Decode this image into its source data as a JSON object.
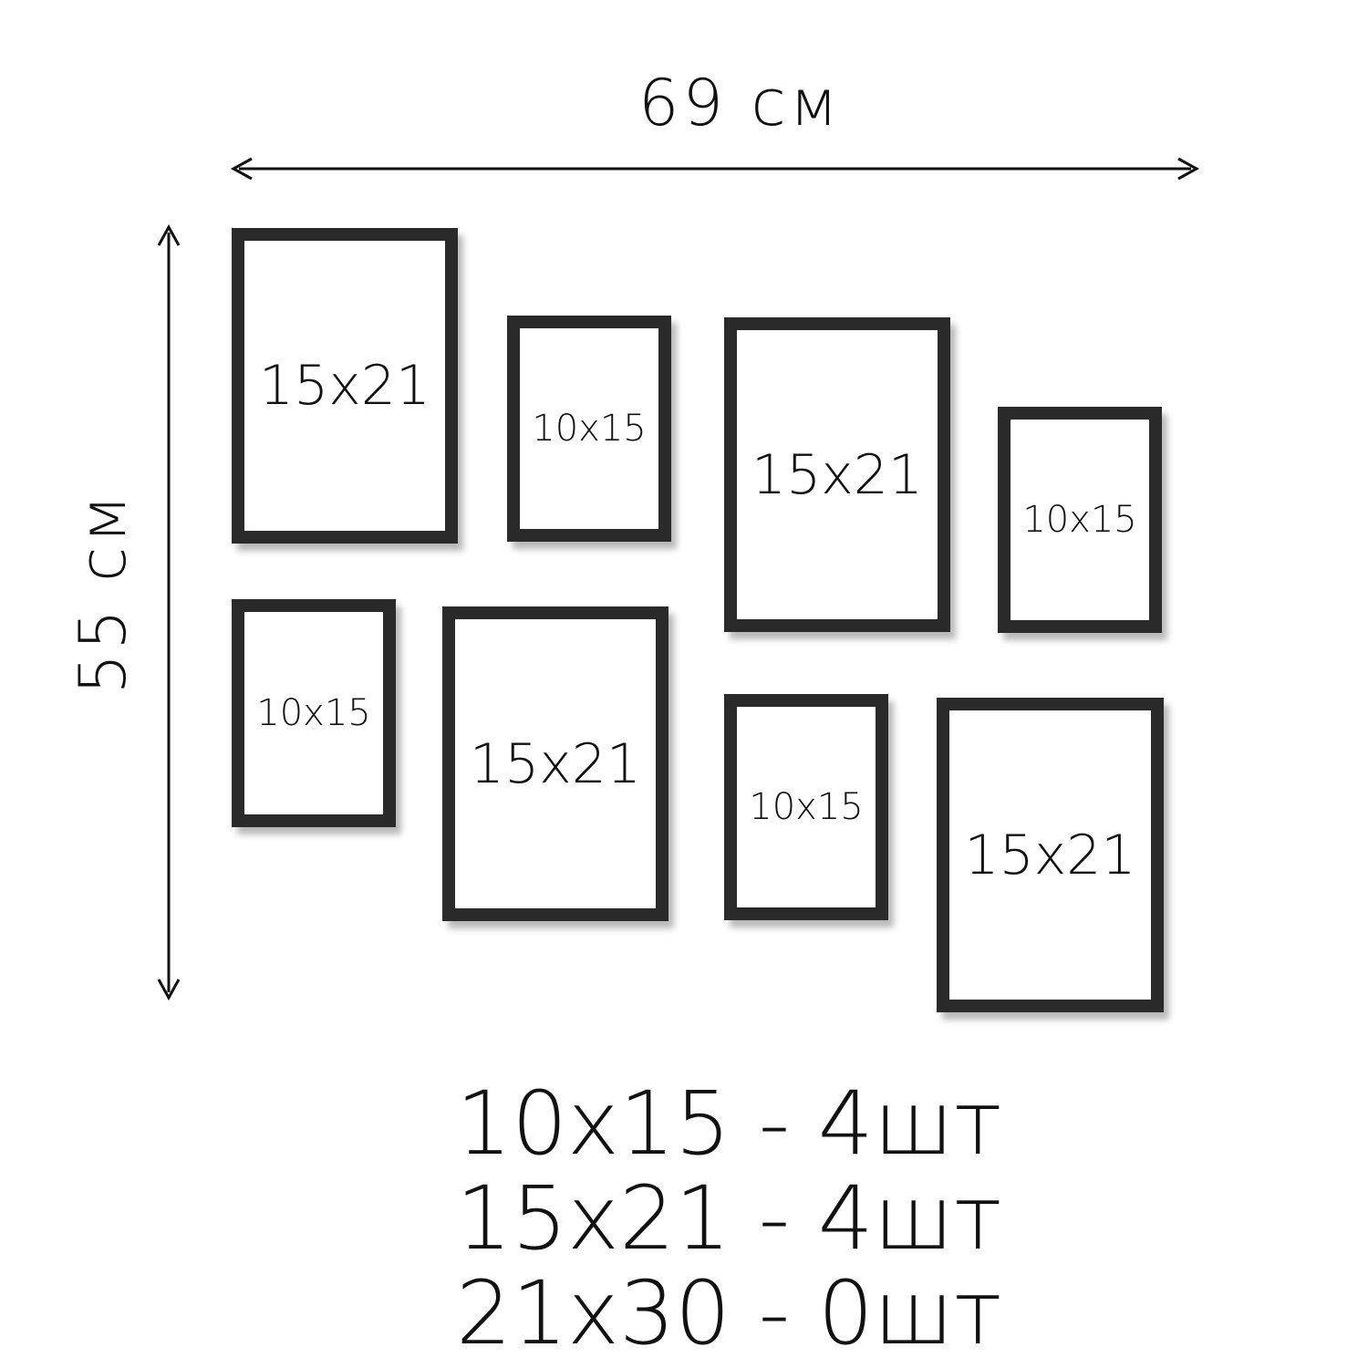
{
  "dimensions": {
    "width_label": "69 см",
    "height_label": "55 см"
  },
  "frames": [
    {
      "label": "15x21",
      "size": "large"
    },
    {
      "label": "10x15",
      "size": "small"
    },
    {
      "label": "15x21",
      "size": "large"
    },
    {
      "label": "10x15",
      "size": "small"
    },
    {
      "label": "10x15",
      "size": "small"
    },
    {
      "label": "15x21",
      "size": "large"
    },
    {
      "label": "10x15",
      "size": "small"
    },
    {
      "label": "15x21",
      "size": "large"
    }
  ],
  "summary": [
    "10x15 - 4шт",
    "15x21 - 4шт",
    "21x30 - 0шт"
  ],
  "colors": {
    "frame": "#2a2a2a",
    "text": "#111111",
    "background": "#ffffff"
  }
}
